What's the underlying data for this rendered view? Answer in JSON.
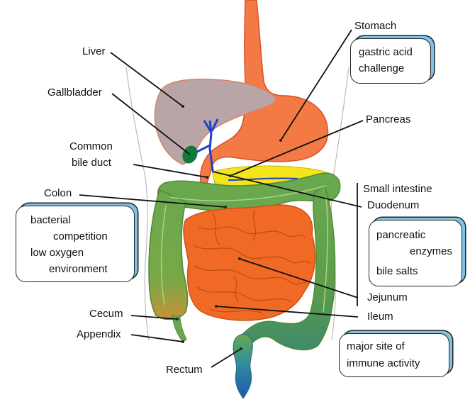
{
  "labels": {
    "stomach": "Stomach",
    "liver": "Liver",
    "gallbladder": "Gallbladder",
    "pancreas": "Pancreas",
    "common_bile_duct": "Common",
    "common_bile_duct_2": "bile duct",
    "colon": "Colon",
    "small_intestine": "Small intestine",
    "duodenum": "Duodenum",
    "jejunum": "Jejunum",
    "ileum": "Ileum",
    "cecum": "Cecum",
    "appendix": "Appendix",
    "rectum": "Rectum"
  },
  "callouts": {
    "stomach": [
      "gastric acid",
      "challenge"
    ],
    "colon": [
      "bacterial",
      "competition",
      "low oxygen",
      "environment"
    ],
    "small_intestine": [
      "pancreatic",
      "enzymes",
      "bile salts"
    ],
    "rectum": [
      "major site of",
      "immune activity"
    ]
  },
  "colors": {
    "liver": "#b9a4a8",
    "stomach": "#f47a45",
    "gallbladder": "#0f7a3a",
    "bile_duct": "#1d3fcf",
    "pancreas": "#f3e51a",
    "colon": "#6aa84f",
    "small_intestine": "#f06a25",
    "rectum_end": "#1f56b3",
    "callout_shadow": "#7fc3e6"
  }
}
